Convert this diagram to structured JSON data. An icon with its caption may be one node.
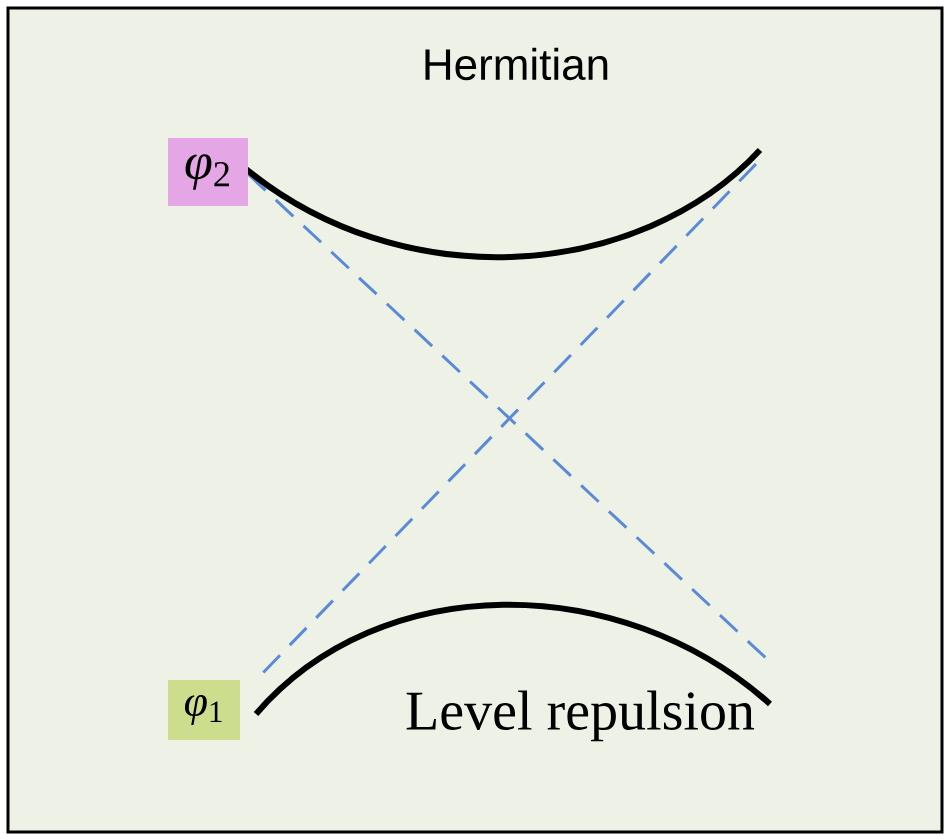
{
  "diagram": {
    "title": "Hermitian",
    "labels": [
      "*φ*$_{2}$",
      "*φ*$_{1}$",
      "Level repulsion"
    ]
  }
}
